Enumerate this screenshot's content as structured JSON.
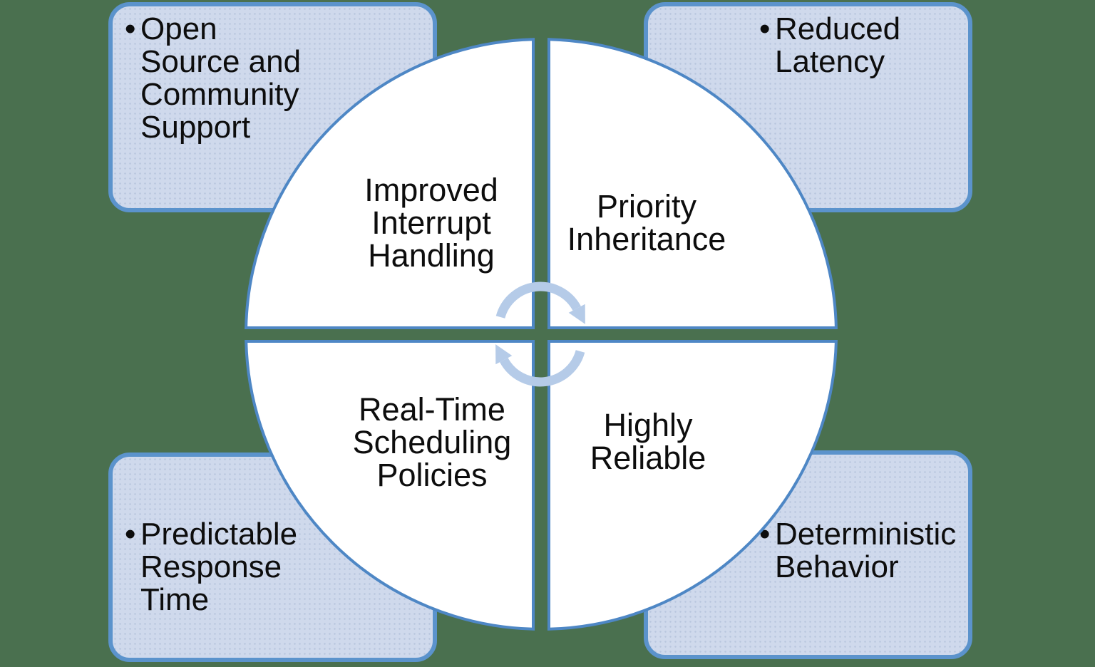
{
  "colors": {
    "bg": "#4a704f",
    "box-fill": "#cfd9ec",
    "box-border": "#5b93cc",
    "quad-fill": "#ffffff",
    "quad-stroke": "#4e87c5",
    "arrow": "#b5cbe8",
    "text": "#0d0d0d"
  },
  "corner_boxes": [
    {
      "position": "top-left",
      "bullet": "•",
      "label": "Open\nSource and\nCommunity\nSupport"
    },
    {
      "position": "top-right",
      "bullet": "•",
      "label": "Reduced\nLatency"
    },
    {
      "position": "bottom-left",
      "bullet": "•",
      "label": "Predictable\nResponse\nTime"
    },
    {
      "position": "bottom-right",
      "bullet": "•",
      "label": "Deterministic\nBehavior"
    }
  ],
  "quadrants": [
    {
      "position": "top-left",
      "label": "Improved\nInterrupt\nHandling"
    },
    {
      "position": "top-right",
      "label": "Priority\nInheritance"
    },
    {
      "position": "bottom-left",
      "label": "Real-Time\nScheduling\nPolicies"
    },
    {
      "position": "bottom-right",
      "label": "Highly\nReliable"
    }
  ],
  "center": {
    "icon": "cycle-arrows"
  }
}
